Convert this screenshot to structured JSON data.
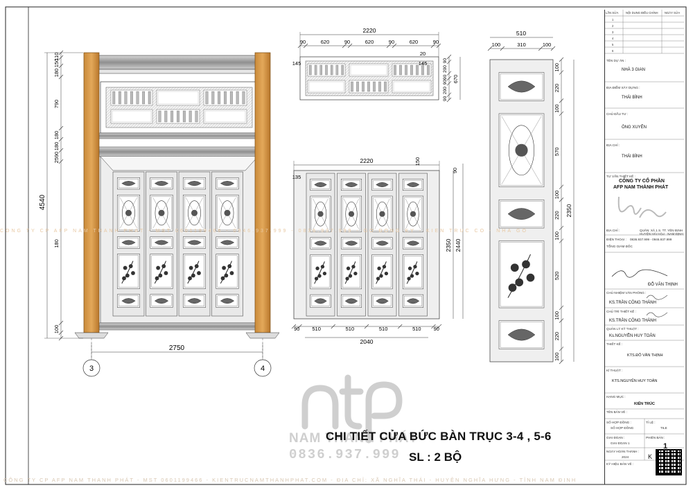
{
  "front": {
    "dims_left": [
      "110",
      "150",
      "180",
      "790",
      "180",
      "180",
      "2590",
      "180",
      "100"
    ],
    "overall_height": "4540",
    "overall_width": "2750",
    "axis_left": "3",
    "axis_right": "4"
  },
  "top_panel": {
    "overall": "2220",
    "parts": [
      "90",
      "620",
      "90",
      "620",
      "90",
      "620",
      "90"
    ],
    "small_right": [
      "20",
      "145"
    ],
    "right": [
      "90",
      "200",
      "90",
      "90",
      "200",
      "90",
      "670"
    ],
    "left": "145"
  },
  "door": {
    "overall": "2220",
    "top_right": "150",
    "top_right2": "90",
    "left_top": "135",
    "bottom": [
      "90",
      "510",
      "510",
      "510",
      "510",
      "90"
    ],
    "bottom_overall": "2040",
    "right_inner": "2350",
    "right_outer": "2440"
  },
  "panel_detail": {
    "top_overall": "510",
    "top_parts": [
      "100",
      "310",
      "100"
    ],
    "right": [
      "100",
      "220",
      "100",
      "570",
      "100",
      "220",
      "100",
      "520",
      "100",
      "220",
      "100"
    ],
    "overall": "2350"
  },
  "title": {
    "main": "CHI TIẾT CỬA BỨC BÀN TRỤC 3-4 , 5-6",
    "qty": "SL : 2 BỘ",
    "brand": "NAM THANH PHÁT",
    "phone": "0836.937.999"
  },
  "watermark": {
    "mid": "CÔNG TY CP AFP NAM THANH PHÁT  -  MST 0601199466  -  0946.937.999  -  0836.937.999  -  GỖ ĐỒNG KỴ  -  KIẾN TRÚC CỔ  -  NHÀ GỖ  ",
    "bottom": "CÔNG TY CP AFP NAM THANH PHÁT - MST 0601199466 - KIENTRUCNAMTHANHPHAT.COM - ĐỊA CHỈ: XÃ NGHĨA THÁI - HUYỆN NGHĨA HƯNG - TỈNH NAM ĐỊNH"
  },
  "titleblock": {
    "rev_headers": [
      "LẦN SỬA",
      "NỘI DUNG ĐIỀU CHỈNH",
      "NGÀY SỬA"
    ],
    "rev_nums": [
      "1",
      "2",
      "3",
      "4",
      "5",
      "6"
    ],
    "ten_du_an_lbl": "TÊN DỰ ÁN :",
    "ten_du_an": "NHÀ 3 GIAN",
    "dia_diem_lbl": "ĐỊA ĐIỂM XÂY DỰNG :",
    "dia_diem": "THÁI BÌNH",
    "chu_dau_tu_lbl": "CHỦ ĐẦU TƯ :",
    "chu_dau_tu": "ÔNG XUYÊN",
    "dia_chi_lbl": "ĐỊA CHỈ :",
    "dia_chi": "THÁI BÌNH",
    "tu_van_lbl": "TƯ VẤN THIẾT KẾ :",
    "cty1": "CÔNG TY CỔ PHẦN",
    "cty2": "AFP NAM THÀNH PHÁT",
    "dc_lbl": "ĐỊA CHỈ :",
    "dc1": "QUÂN: XÃ 1 S. TT. YÊN ĐỊNH",
    "dc2": "HUYỆN HẢI HẬU - NAM ĐỊNH",
    "dt_lbl": "ĐIỆN THOẠI :",
    "dt": "0836.937.999 - 0946.937.999",
    "tgd_lbl": "TỔNG GIÁM ĐỐC",
    "tgd": "ĐỖ VĂN THỊNH",
    "cnvp_lbl": "CHỦ NHIỆM VĂN PHÒNG :",
    "cnvp": "KS.TRẦN CÔNG THÀNH",
    "ctk_lbl": "CHỦ TRÌ THIẾT KẾ :",
    "ctk": "KS.TRẦN CÔNG THÀNH",
    "qlkt_lbl": "QUẢN LÝ KỸ THUẬT :",
    "qlkt": "Ks.NGUYỄN HUY TOẢN",
    "tk_lbl": "THIẾT KẾ :",
    "tk": "KTS.ĐỖ VĂN THỊNH",
    "kt_lbl": "KĨ THUẬT :",
    "kt": "KTS.NGUYỄN HUY TOẢN",
    "hm_lbl": "HẠNG MỤC :",
    "hm": "KIẾN TRÚC",
    "tbv_lbl": "TÊN BẢN VẼ :",
    "shd_lbl": "SỐ HỢP ĐỒNG :",
    "shd": "SỐ HỢP ĐỒNG",
    "tyle_lbl": "TỈ LỆ :",
    "tyle": "TILE",
    "gd_lbl": "GIAI ĐOẠN :",
    "gd": "GIAI ĐOẠN 1",
    "pb_lbl": "PHIÊN BẢN :",
    "nht_lbl": "NGÀY HOÀN THÀNH :",
    "nht": "2024",
    "khbv_lbl": "KÝ HIỆU BẢN VẼ :",
    "page_num": "1",
    "page_k": "K"
  }
}
